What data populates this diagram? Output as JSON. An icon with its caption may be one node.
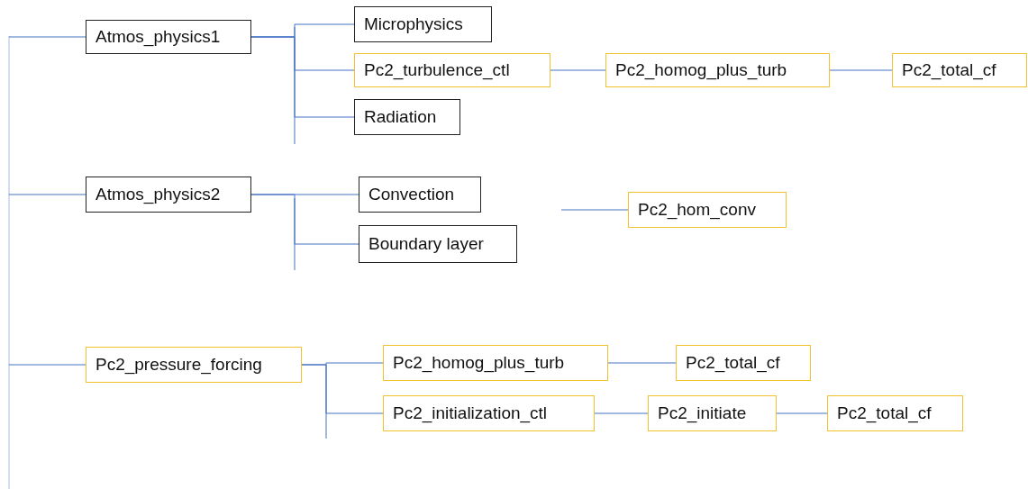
{
  "diagram": {
    "nodes": [
      {
        "text": [
          "Atmos_physics1"
        ]
      },
      {
        "text": [
          "Microphysics"
        ]
      },
      {
        "text": [
          "Pc2_turbulence_ctl"
        ]
      },
      {
        "text": [
          "Pc2_homog_plus_turb"
        ]
      },
      {
        "text": [
          "Pc2_total_cf"
        ]
      },
      {
        "text": [
          "Radiation"
        ]
      },
      {
        "text": [
          "Atmos_physics2"
        ]
      },
      {
        "text": [
          "Convection"
        ]
      },
      {
        "text": [
          "Boundary layer"
        ]
      },
      {
        "text": [
          "Pc2_hom_conv"
        ]
      },
      {
        "text": [
          "Pc2_pressure_forcing"
        ]
      },
      {
        "text": [
          "Pc2_homog_plus_turb"
        ]
      },
      {
        "text": [
          "Pc2_total_cf"
        ]
      },
      {
        "text": [
          "Pc2_initialization_ctl"
        ]
      },
      {
        "text": [
          "Pc2_initiate"
        ]
      },
      {
        "text": [
          "Pc2_total_cf"
        ]
      }
    ],
    "edges": [
      {
        "from": null,
        "to": 0,
        "arrow": "none"
      },
      {
        "from": null,
        "to": 6,
        "arrow": "none"
      },
      {
        "from": null,
        "to": 10,
        "arrow": "none"
      },
      {
        "from": 0,
        "to": 1,
        "arrow": "none"
      },
      {
        "from": 0,
        "to": 2,
        "arrow": "none"
      },
      {
        "from": 0,
        "to": 5,
        "arrow": "none"
      },
      {
        "from": 2,
        "to": 3,
        "arrow": "none"
      },
      {
        "from": 3,
        "to": 4,
        "arrow": "none"
      },
      {
        "from": 6,
        "to": 7,
        "arrow": "none"
      },
      {
        "from": 6,
        "to": 8,
        "arrow": "none"
      },
      {
        "from": null,
        "to": 9,
        "arrow": "none"
      },
      {
        "from": 10,
        "to": 11,
        "arrow": "none"
      },
      {
        "from": 10,
        "to": 13,
        "arrow": "none"
      },
      {
        "from": 11,
        "to": 12,
        "arrow": "none"
      },
      {
        "from": 13,
        "to": 14,
        "arrow": "none"
      },
      {
        "from": 14,
        "to": 15,
        "arrow": "none"
      }
    ]
  }
}
